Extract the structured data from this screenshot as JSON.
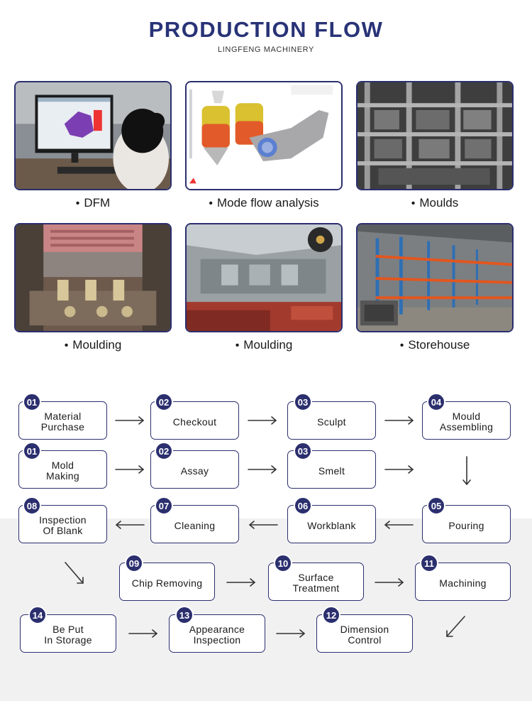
{
  "header": {
    "title": "PRODUCTION FLOW",
    "subtitle": "LINGFENG MACHINERY"
  },
  "photos": [
    {
      "caption": "DFM",
      "icon": "dfm-photo"
    },
    {
      "caption": "Mode flow analysis",
      "icon": "mold-flow-analysis-photo"
    },
    {
      "caption": "Moulds",
      "icon": "moulds-photo"
    },
    {
      "caption": "Moulding",
      "icon": "moulding-press-photo"
    },
    {
      "caption": "Moulding",
      "icon": "moulding-die-photo"
    },
    {
      "caption": "Storehouse",
      "icon": "storehouse-photo"
    }
  ],
  "bullet": "•",
  "flow": {
    "row1": [
      {
        "num": "01",
        "label": "Material\nPurchase"
      },
      {
        "num": "02",
        "label": "Checkout"
      },
      {
        "num": "03",
        "label": "Sculpt"
      },
      {
        "num": "04",
        "label": "Mould\nAssembling"
      }
    ],
    "row2": [
      {
        "num": "01",
        "label": "Mold\nMaking"
      },
      {
        "num": "02",
        "label": "Assay"
      },
      {
        "num": "03",
        "label": "Smelt"
      }
    ],
    "row3": [
      {
        "num": "08",
        "label": "Inspection\nOf Blank"
      },
      {
        "num": "07",
        "label": "Cleaning"
      },
      {
        "num": "06",
        "label": "Workblank"
      },
      {
        "num": "05",
        "label": "Pouring"
      }
    ],
    "row4": [
      {
        "num": "09",
        "label": "Chip Removing"
      },
      {
        "num": "10",
        "label": "Surface\nTreatment"
      },
      {
        "num": "11",
        "label": "Machining"
      }
    ],
    "row5": [
      {
        "num": "14",
        "label": "Be Put\nIn Storage"
      },
      {
        "num": "13",
        "label": "Appearance\nInspection"
      },
      {
        "num": "12",
        "label": "Dimension\nControl"
      }
    ]
  },
  "colors": {
    "navy": "#2b2f6e",
    "title": "#283377"
  }
}
